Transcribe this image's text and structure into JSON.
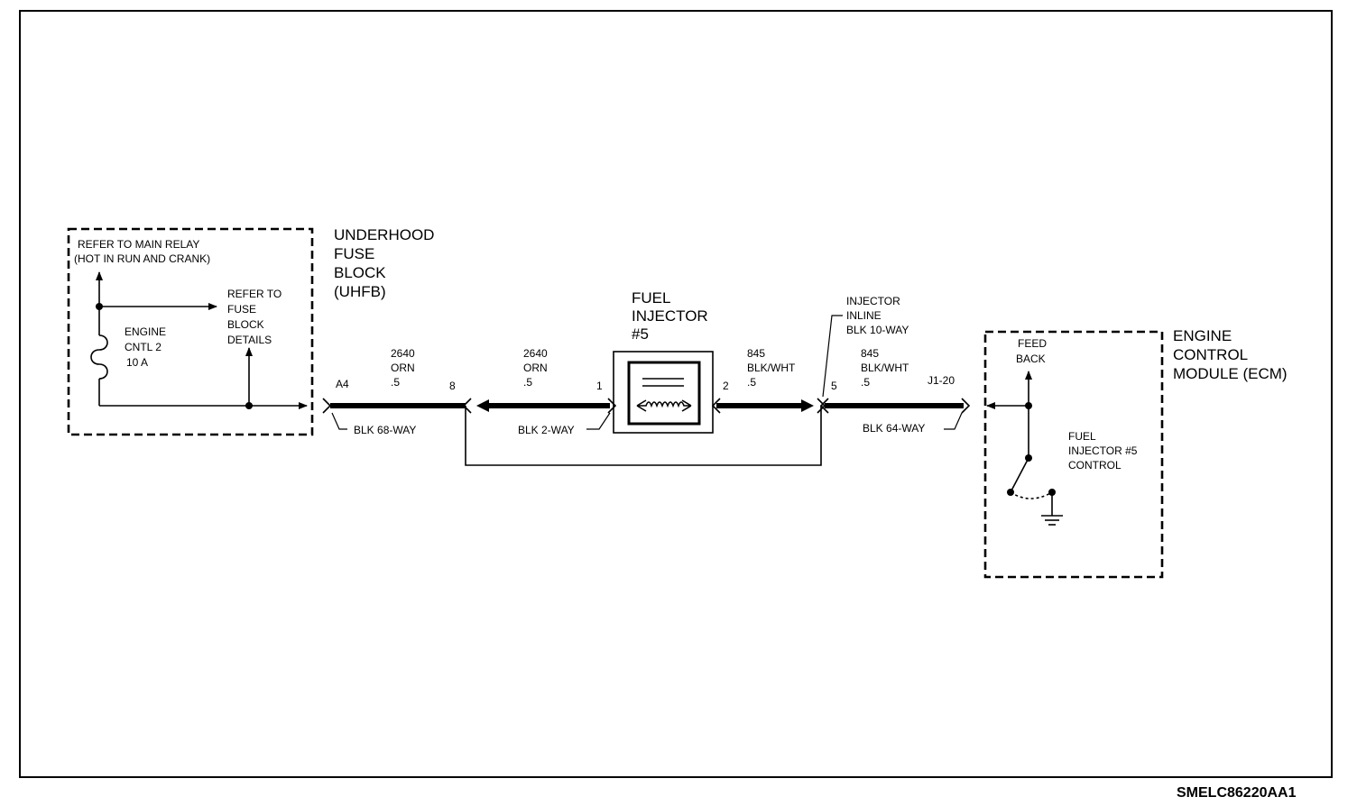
{
  "uhfb": {
    "title_lines": [
      "UNDERHOOD",
      "FUSE",
      "BLOCK",
      "(UHFB)"
    ],
    "refer_main_relay_lines": [
      "REFER TO MAIN RELAY",
      "(HOT IN RUN AND CRANK)"
    ],
    "fuse_lines": [
      "ENGINE",
      "CNTL 2",
      "10 A"
    ],
    "refer_fuse_block_lines": [
      "REFER TO",
      "FUSE",
      "BLOCK",
      "DETAILS"
    ],
    "terminal": "A4",
    "connector": "BLK 68-WAY"
  },
  "wire_left": {
    "circuit": "2640",
    "color": "ORN",
    "gauge": ".5",
    "pin_out": "8"
  },
  "wire_left2": {
    "circuit": "2640",
    "color": "ORN",
    "gauge": ".5",
    "pin": "1",
    "connector": "BLK 2-WAY"
  },
  "injector": {
    "title_lines": [
      "FUEL",
      "INJECTOR",
      "#5"
    ]
  },
  "wire_right": {
    "pin": "2",
    "circuit": "845",
    "color": "BLK/WHT",
    "gauge": ".5"
  },
  "inline": {
    "title_lines": [
      "INJECTOR",
      "INLINE",
      "BLK 10-WAY"
    ],
    "pin": "5"
  },
  "wire_right2": {
    "circuit": "845",
    "color": "BLK/WHT",
    "gauge": ".5",
    "terminal": "J1-20",
    "connector": "BLK 64-WAY"
  },
  "ecm": {
    "title_lines": [
      "ENGINE",
      "CONTROL",
      "MODULE (ECM)"
    ],
    "feedback_lines": [
      "FEED",
      "BACK"
    ],
    "control_lines": [
      "FUEL",
      "INJECTOR #5",
      "CONTROL"
    ]
  },
  "diagram_code": "SMELC86220AA1"
}
